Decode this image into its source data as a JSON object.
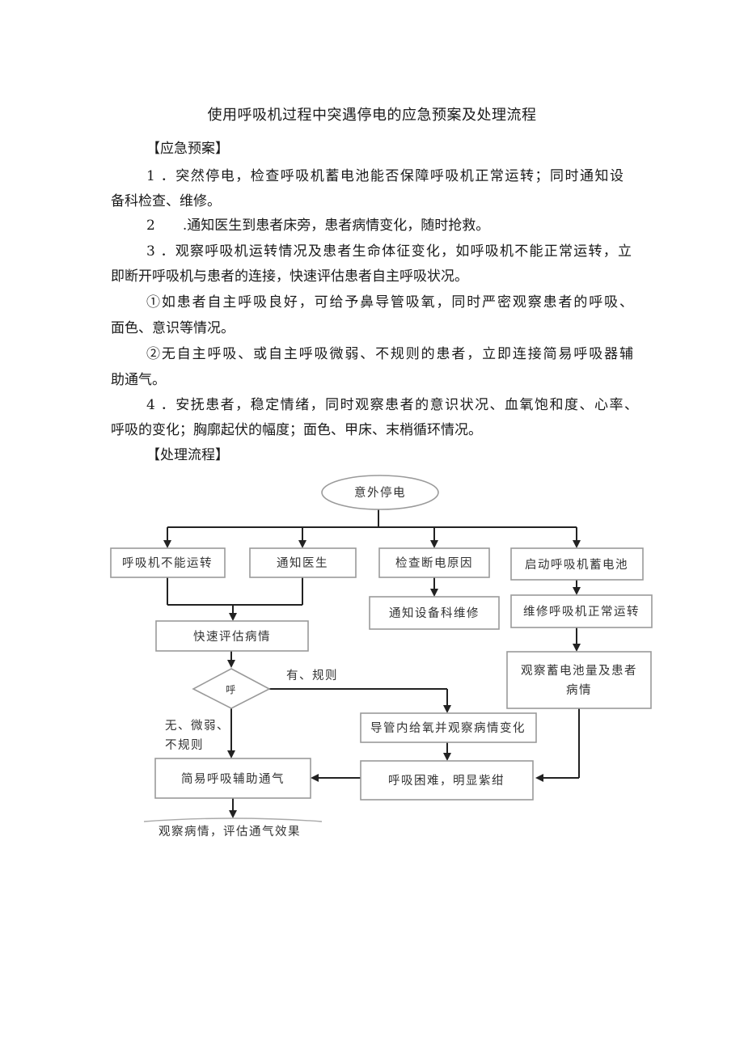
{
  "title": "使用呼吸机过程中突遇停电的应急预案及处理流程",
  "plan": {
    "heading": "【应急预案】",
    "items": [
      {
        "line1": "1 ．突然停电，检查呼吸机蓄电池能否保障呼吸机正常运转；同时通知设",
        "line2": "备科检查、维修。"
      },
      {
        "line1": "2　　.通知医生到患者床旁，患者病情变化，随时抢救。"
      },
      {
        "line1": "3 ．观察呼吸机运转情况及患者生命体征变化，如呼吸机不能正常运转，立",
        "line2": "即断开呼吸机与患者的连接，快速评估患者自主呼吸状况。"
      },
      {
        "line1": "①如患者自主呼吸良好，可给予鼻导管吸氧，同时严密观察患者的呼吸、",
        "line2": "面色、意识等情况。"
      },
      {
        "line1": "②无自主呼吸、或自主呼吸微弱、不规则的患者，立即连接简易呼吸器辅",
        "line2": "助通气。"
      },
      {
        "line1": "4 ．安抚患者，稳定情绪，同时观察患者的意识状况、血氧饱和度、心率、",
        "line2": "呼吸的变化；胸廓起伏的幅度；面色、甲床、末梢循环情况。"
      }
    ]
  },
  "flow": {
    "heading": "【处理流程】",
    "start": "意外停电",
    "branch1": "呼吸机不能运转",
    "branch2": "通知医生",
    "branch3": "检查断电原因",
    "branch4": "启动呼吸机蓄电池",
    "notify_equipment": "通知设备科维修",
    "maintain": "维修呼吸机正常运转",
    "observe_battery": [
      "观察蓄电池量及患者",
      "病情"
    ],
    "assess": "快速评估病情",
    "decision": "呼",
    "yes_label": "有、规则",
    "no_label": [
      "无、微弱、",
      "不规则"
    ],
    "oxygen": "导管内给氧并观察病情变化",
    "dyspnea": "呼吸困难，明显紫绀",
    "bag": "简易呼吸辅助通气",
    "final": "观察病情，评估通气效果"
  }
}
